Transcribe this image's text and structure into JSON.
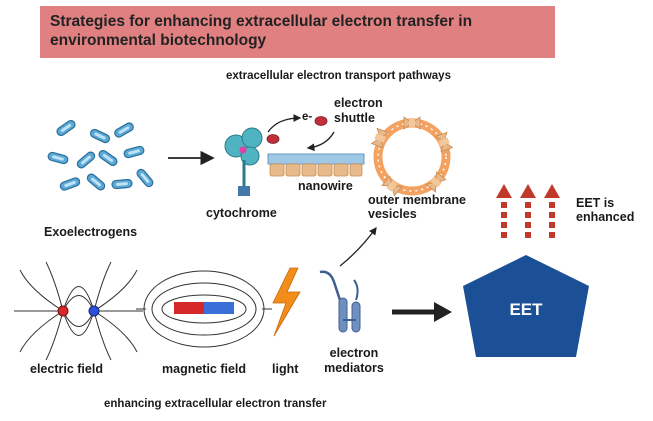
{
  "title": "Strategies for enhancing extracellular electron transfer in environmental biotechnology",
  "pathways_heading": "extracellular electron transport pathways",
  "exoelectrogens": "Exoelectrogens",
  "cytochrome": "cytochrome",
  "electron_symbol": "e-",
  "electron_shuttle": "electron shuttle",
  "nanowire": "nanowire",
  "outer_membrane_vesicles": "outer membrane vesicles",
  "eet_enhanced": "EET is enhanced",
  "eet": "EET",
  "electric_field": "electric field",
  "magnetic_field": "magnetic field",
  "light": "light",
  "electron_mediators": "electron mediators",
  "bottom_caption": "enhancing extracellular electron transfer",
  "colors": {
    "title_bg": "#e08080",
    "pentagon": "#1b4f96",
    "arrow_red": "#c0392b",
    "bacteria": "#5aa9d6",
    "lightning": "#f28c1a",
    "magnet_red": "#d62828",
    "magnet_blue": "#3a6fd8",
    "vesicle": "#f4a261"
  }
}
